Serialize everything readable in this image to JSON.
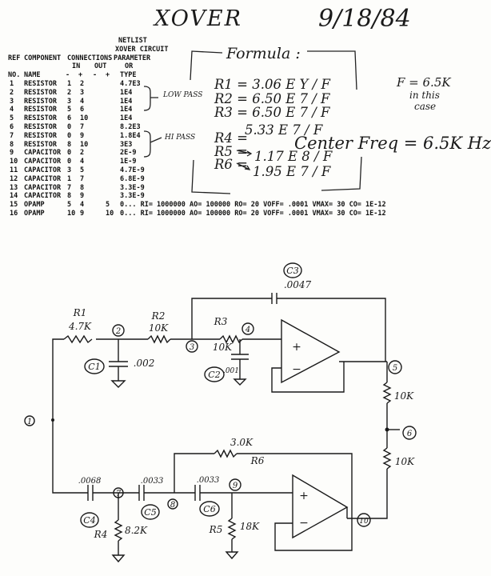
{
  "title": "XOVER",
  "date": "9/18/84",
  "netlist": {
    "heading1": "NETLIST",
    "heading2": "XOVER CIRCUIT",
    "col_ref": "REF",
    "col_component": "COMPONENT",
    "col_connections": "CONNECTIONS",
    "col_parameter": "PARAMETER",
    "col_in": "IN",
    "col_out": "OUT",
    "col_or": "OR",
    "col_no": "NO.",
    "col_name": "NAME",
    "col_minus1": "-",
    "col_plus1": "+",
    "col_minus2": "-",
    "col_plus2": "+",
    "col_type": "TYPE",
    "rows": [
      {
        "no": "1",
        "name": "RESISTOR",
        "a": "1",
        "b": "2",
        "c": "",
        "d": "",
        "param": "4.7E3"
      },
      {
        "no": "2",
        "name": "RESISTOR",
        "a": "2",
        "b": "3",
        "c": "",
        "d": "",
        "param": "1E4"
      },
      {
        "no": "3",
        "name": "RESISTOR",
        "a": "3",
        "b": "4",
        "c": "",
        "d": "",
        "param": "1E4"
      },
      {
        "no": "4",
        "name": "RESISTOR",
        "a": "5",
        "b": "6",
        "c": "",
        "d": "",
        "param": "1E4"
      },
      {
        "no": "5",
        "name": "RESISTOR",
        "a": "6",
        "b": "10",
        "c": "",
        "d": "",
        "param": "1E4"
      },
      {
        "no": "6",
        "name": "RESISTOR",
        "a": "0",
        "b": "7",
        "c": "",
        "d": "",
        "param": "8.2E3"
      },
      {
        "no": "7",
        "name": "RESISTOR",
        "a": "0",
        "b": "9",
        "c": "",
        "d": "",
        "param": "1.8E4"
      },
      {
        "no": "8",
        "name": "RESISTOR",
        "a": "8",
        "b": "10",
        "c": "",
        "d": "",
        "param": "3E3"
      },
      {
        "no": "9",
        "name": "CAPACITOR",
        "a": "0",
        "b": "2",
        "c": "",
        "d": "",
        "param": "2E-9"
      },
      {
        "no": "10",
        "name": "CAPACITOR",
        "a": "0",
        "b": "4",
        "c": "",
        "d": "",
        "param": "1E-9"
      },
      {
        "no": "11",
        "name": "CAPACITOR",
        "a": "3",
        "b": "5",
        "c": "",
        "d": "",
        "param": "4.7E-9"
      },
      {
        "no": "12",
        "name": "CAPACITOR",
        "a": "1",
        "b": "7",
        "c": "",
        "d": "",
        "param": "6.8E-9"
      },
      {
        "no": "13",
        "name": "CAPACITOR",
        "a": "7",
        "b": "8",
        "c": "",
        "d": "",
        "param": "3.3E-9"
      },
      {
        "no": "14",
        "name": "CAPACITOR",
        "a": "8",
        "b": "9",
        "c": "",
        "d": "",
        "param": "3.3E-9"
      },
      {
        "no": "15",
        "name": "OPAMP",
        "a": "5",
        "b": "4",
        "c": "5",
        "d": "",
        "param": "0... RI= 1000000  AO= 100000  RO= 20  VOFF= .0001  VMAX= 30  CO= 1E-12"
      },
      {
        "no": "16",
        "name": "OPAMP",
        "a": "10",
        "b": "9",
        "c": "10",
        "d": "",
        "param": "0... RI= 1000000  AO= 100000  RO= 20  VOFF= .0001  VMAX= 30  CO= 1E-12"
      }
    ]
  },
  "annotations": {
    "low_pass": "LOW PASS",
    "hi_pass": "HI PASS",
    "formula_heading": "Formula :",
    "r1": "R1 =      3.06 E Y  / F",
    "r2": "R2 =      6.50 E 7  / F",
    "r3": "R3 =      6.50 E 7  / F",
    "r4": "R4 =",
    "r4_val": "5.33 E 7 / F",
    "r5": "R5 =",
    "r5_val": "1.17 E 8  / F",
    "r6": "R6 =",
    "r6_val": "1.95 E 7 / F",
    "center_freq": "Center Freq   =   6.5K Hz",
    "f_value": "F = 6.5K",
    "in_this_case_1": "in this",
    "in_this_case_2": "case"
  },
  "schematic": {
    "c3_label": "C3",
    "c3_value": ".0047",
    "r1_label": "R1",
    "r1_value": "4.7K",
    "r2_label": "R2",
    "r2_value": "10K",
    "r3_label": "R3",
    "r3_value": "10K",
    "c1_label": "C1",
    "c1_value": ".002",
    "c2_label": "C2",
    "c2_value": ".001",
    "r_out1_value": "10K",
    "r_out2_value": "10K",
    "r6_label": "R6",
    "r6_value": "3.0K",
    "c4_label": "C4",
    "c4_value": ".0068",
    "c5_label": "C5",
    "c5_value": ".0033",
    "c6_label": "C6",
    "c6_value": ".0033",
    "r4_label": "R4",
    "r4_value": "8.2K",
    "r5_label": "R5",
    "r5_value": "18K",
    "node1": "1",
    "node2": "2",
    "node3": "3",
    "node4": "4",
    "node5": "5",
    "node6": "6",
    "node7": "7",
    "node8": "8",
    "node9": "9",
    "node10": "10",
    "plus": "+",
    "minus": "−"
  }
}
